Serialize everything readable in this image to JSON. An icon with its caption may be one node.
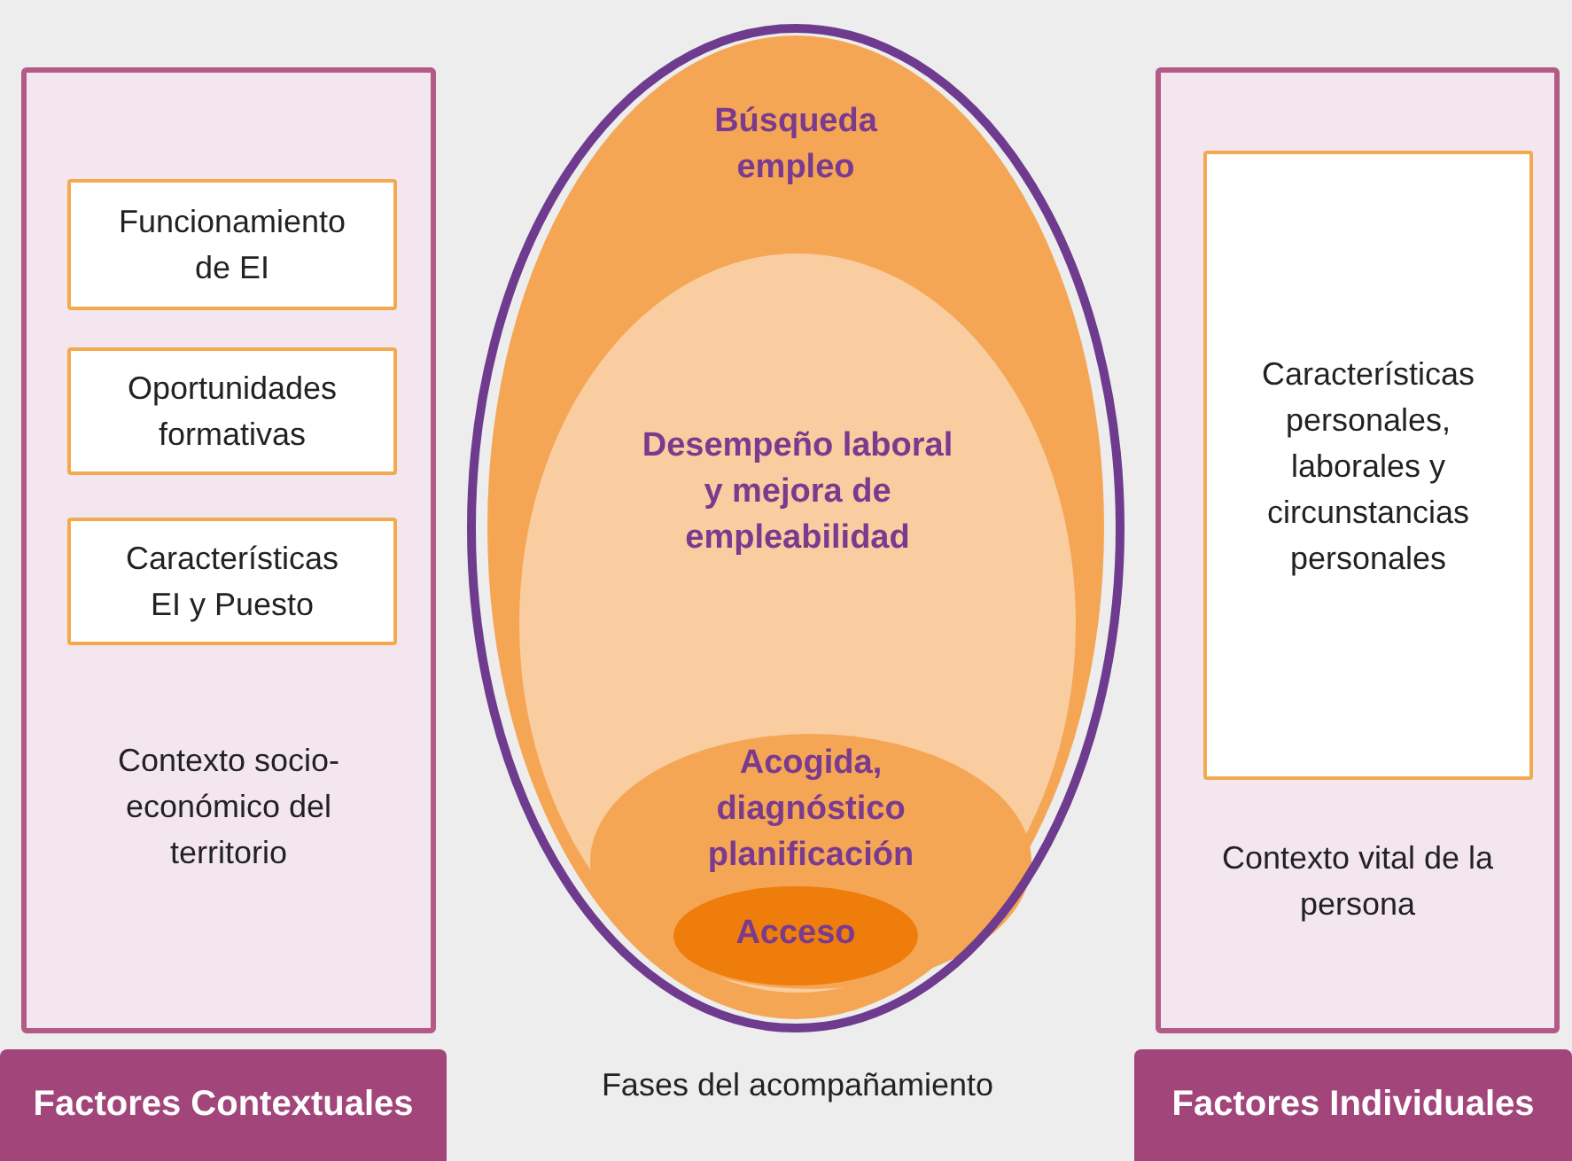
{
  "diagram": {
    "nodes": [
      {
        "text": [
          "Contexto socio-económico del territorio"
        ]
      },
      {
        "text": [
          "Funcionamiento de EI"
        ],
        "in": 0
      },
      {
        "text": [
          "Oportunidades formativas"
        ],
        "in": 0
      },
      {
        "text": [
          "Características EI y Puesto"
        ],
        "in": 0
      },
      {
        "text": [
          "Búsqueda empleo"
        ]
      },
      {
        "text": [
          "Desempeño laboral y mejora de empleabilidad"
        ],
        "in": 4
      },
      {
        "text": [
          "Acogida, diagnóstico planificación"
        ],
        "in": 5
      },
      {
        "text": [
          "Acceso"
        ],
        "in": 6
      },
      {
        "text": [
          "Contexto vital de la persona"
        ]
      },
      {
        "text": [
          "Características personales, laborales y circunstancias personales"
        ],
        "in": 8
      },
      {
        "text": [
          "Factores Contextuales"
        ]
      },
      {
        "text": [
          "Factores Individuales"
        ]
      }
    ],
    "labels": [
      "Fases del acompañamiento"
    ]
  }
}
